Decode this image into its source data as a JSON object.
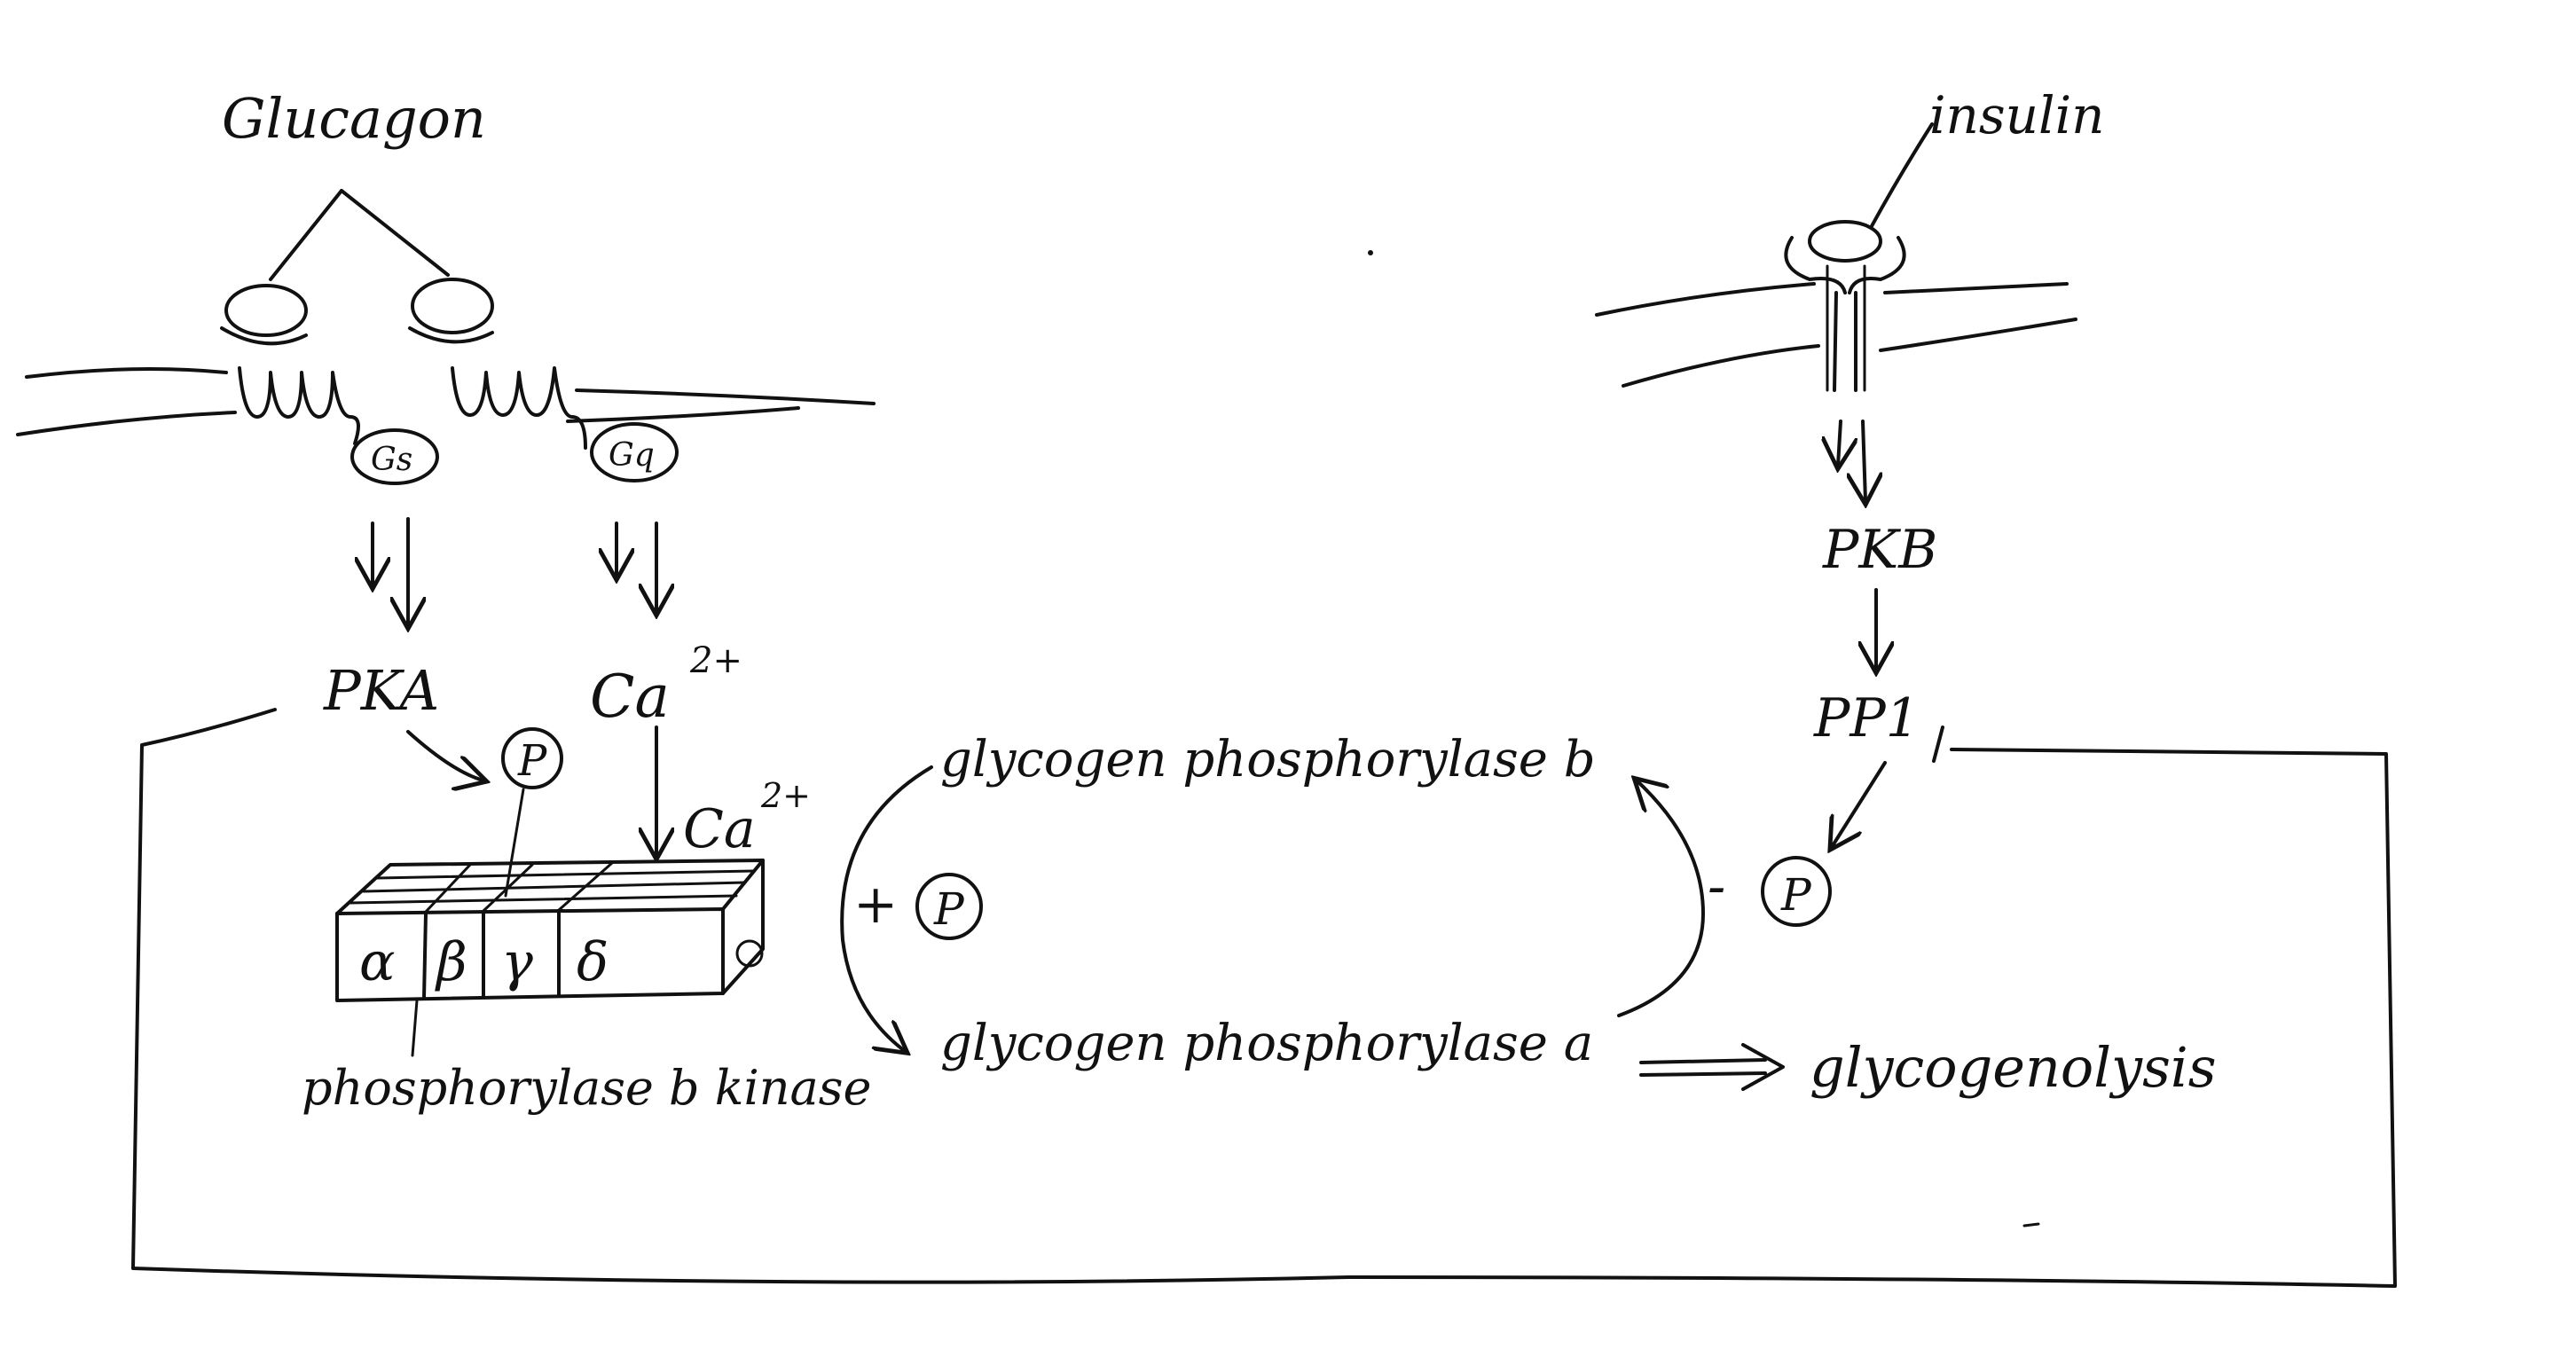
{
  "labels": {
    "glucagon": "Glucagon",
    "insulin": "insulin",
    "gs": "Gs",
    "gq": "Gq",
    "pka": "PKA",
    "ca_outer": "Ca",
    "ca_outer_charge": "2+",
    "ca_inner": "Ca",
    "ca_inner_charge": "2+",
    "pkb": "PKB",
    "pp1": "PP1",
    "p_symbol": "P",
    "subunit_alpha": "α",
    "subunit_beta": "β",
    "subunit_gamma": "γ",
    "subunit_delta": "δ",
    "kinase_name": "phosphorylase b kinase",
    "phosphorylase_b": "glycogen phosphorylase  b",
    "phosphorylase_a": "glycogen phosphorylase  a",
    "plus_sign": "+",
    "minus_sign": "-",
    "glycogenolysis": "glycogenolysis"
  }
}
